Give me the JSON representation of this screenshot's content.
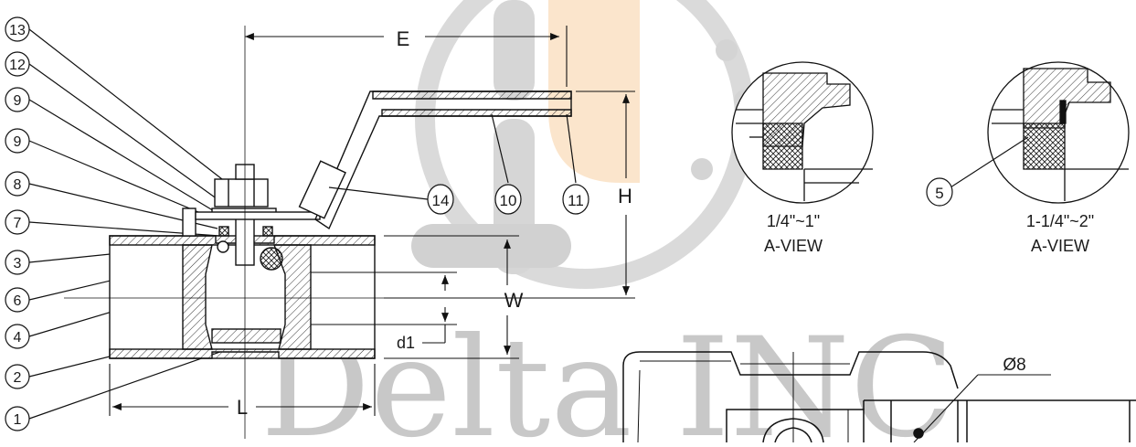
{
  "watermark": {
    "text": "Delta INC",
    "accent_color": "#f8d8b0",
    "grey_color": "#c9c9c9"
  },
  "callouts": [
    "13",
    "12",
    "9",
    "9",
    "8",
    "7",
    "3",
    "6",
    "4",
    "2",
    "1"
  ],
  "handle_callouts": [
    "14",
    "10",
    "11"
  ],
  "view_callout": "5",
  "dimensions": {
    "E": "E",
    "H": "H",
    "W": "W",
    "d1": "d1",
    "L": "L"
  },
  "views": [
    {
      "size": "1/4\"~1\"",
      "label": "A-VIEW"
    },
    {
      "size": "1-1/4\"~2\"",
      "label": "A-VIEW"
    }
  ],
  "detail": {
    "diameter": "Ø8"
  }
}
